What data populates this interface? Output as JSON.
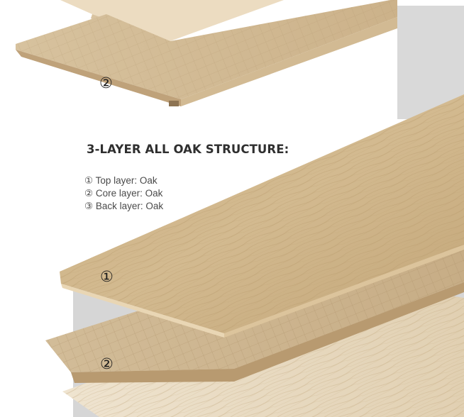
{
  "heading": "3-LAYER ALL OAK STRUCTURE:",
  "layers": [
    "① Top layer: Oak",
    "② Core layer: Oak",
    "③ Back layer: Oak"
  ],
  "markers": {
    "top_board_core": "②",
    "top_layer": "①",
    "core_layer": "②"
  },
  "colors": {
    "backdrop": "#d8d8d8",
    "oak_top": "#cdb286",
    "oak_edge": "#e6d1ad",
    "core": "#d8c3a0",
    "back": "#ecdfc8",
    "heading_text": "#2f2f2f",
    "body_text": "#4a4a4a"
  }
}
